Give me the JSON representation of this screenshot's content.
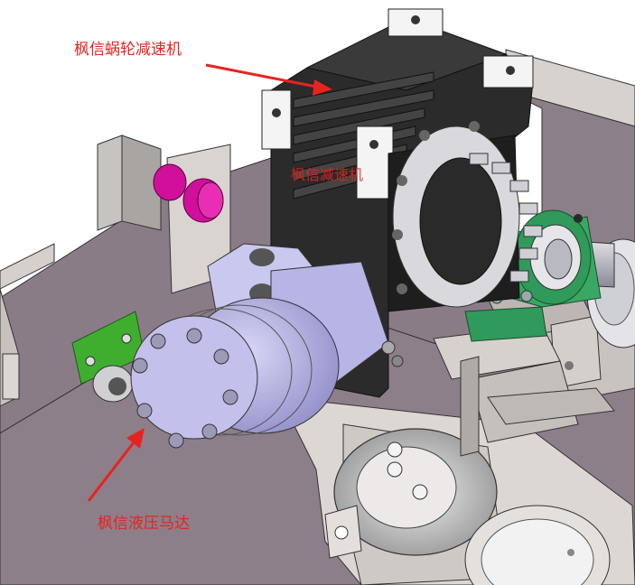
{
  "labels": {
    "worm_reducer": "枫信蜗轮减速机",
    "reducer_watermark": "枫信减速机",
    "hydraulic_motor": "枫信液压马达"
  },
  "colors": {
    "annotation": "#e8231f",
    "frame_purple": "#8a7c87",
    "frame_light": "#dcd6d2",
    "reducer_dark": "#2b2b2b",
    "motor_lilac": "#b9b6e6",
    "bearing_green": "#2f9a5a",
    "cam_magenta": "#d0109a",
    "sensor_green": "#3fae2f"
  }
}
